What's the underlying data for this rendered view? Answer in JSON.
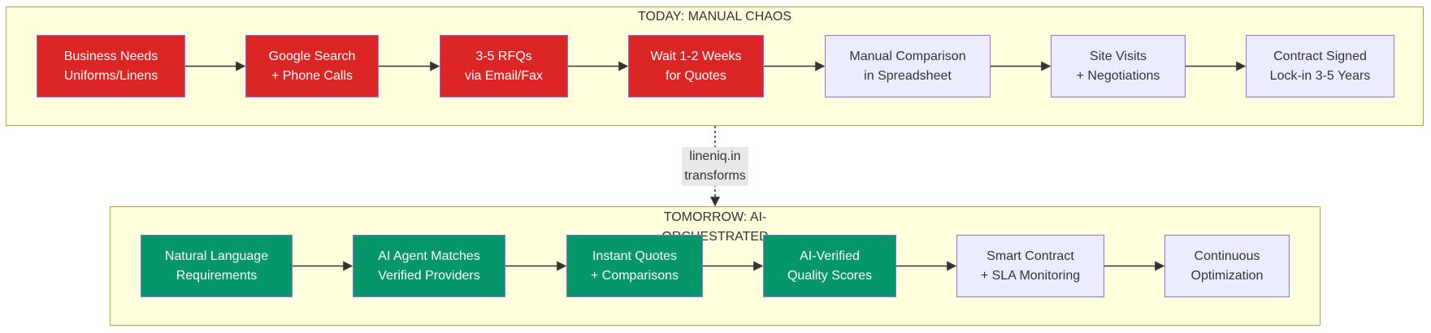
{
  "diagram": {
    "today": {
      "title": "TODAY: MANUAL CHAOS",
      "nodes": [
        {
          "label": "Business Needs\nUniforms/Linens",
          "style": "red"
        },
        {
          "label": "Google Search\n+ Phone Calls",
          "style": "red"
        },
        {
          "label": "3-5 RFQs\nvia Email/Fax",
          "style": "red"
        },
        {
          "label": "Wait 1-2 Weeks\nfor Quotes",
          "style": "red"
        },
        {
          "label": "Manual Comparison\nin Spreadsheet",
          "style": "plain"
        },
        {
          "label": "Site Visits\n+ Negotiations",
          "style": "plain"
        },
        {
          "label": "Contract Signed\nLock-in 3-5 Years",
          "style": "plain"
        }
      ]
    },
    "transition": {
      "label": "lineniq.in\ntransforms"
    },
    "tomorrow": {
      "title": "TOMORROW: AI-\nORCHESTRATED",
      "nodes": [
        {
          "label": "Natural Language\nRequirements",
          "style": "green"
        },
        {
          "label": "AI Agent Matches\nVerified Providers",
          "style": "green"
        },
        {
          "label": "Instant Quotes\n+ Comparisons",
          "style": "green"
        },
        {
          "label": "AI-Verified\nQuality Scores",
          "style": "green"
        },
        {
          "label": "Smart Contract\n+ SLA Monitoring",
          "style": "plain"
        },
        {
          "label": "Continuous\nOptimization",
          "style": "plain"
        }
      ]
    },
    "colors": {
      "red_node": "#dc2626",
      "green_node": "#059669",
      "plain_node": "#ececff",
      "cluster_fill": "#ffffde",
      "cluster_border": "#aaaa33",
      "node_border": "#9370db",
      "edge": "#333333"
    }
  }
}
